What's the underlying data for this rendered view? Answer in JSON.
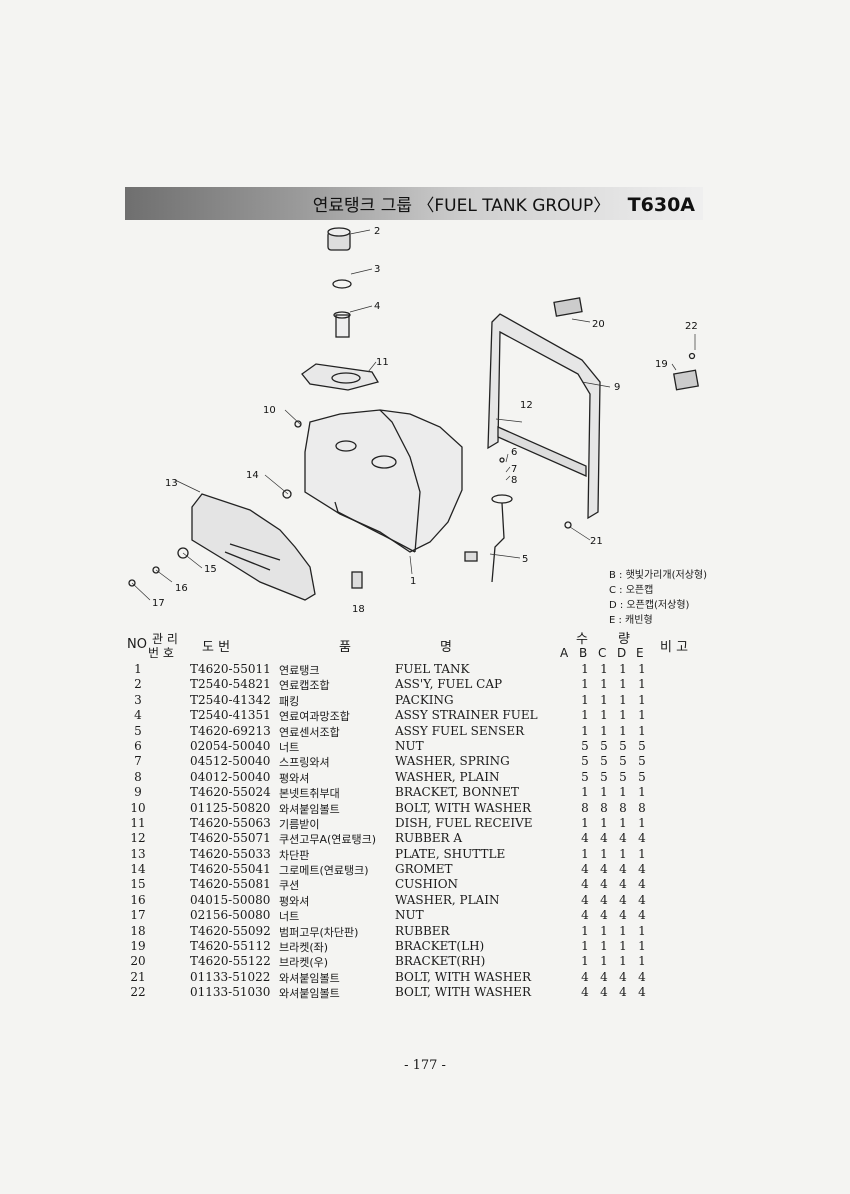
{
  "header": {
    "title_kr": "연료탱크 그룹",
    "title_en": "〈FUEL TANK GROUP〉",
    "model": "T630A"
  },
  "callouts": [
    "1",
    "2",
    "3",
    "4",
    "5",
    "6",
    "7",
    "8",
    "9",
    "10",
    "11",
    "12",
    "13",
    "14",
    "15",
    "16",
    "17",
    "18",
    "19",
    "20",
    "21",
    "22"
  ],
  "legend": [
    "B : 햇빛가리개(저상형)",
    "C : 오픈캡",
    "D : 오픈캡(저상형)",
    "E : 캐빈형"
  ],
  "table": {
    "col_no": "NO",
    "col_mgmt_1": "관 리",
    "col_mgmt_2": "번 호",
    "col_drawing": "도  번",
    "col_name_1": "품",
    "col_name_2": "명",
    "col_qty_1": "수",
    "col_qty_2": "량",
    "col_remark": "비  고",
    "qty_cols": [
      "A",
      "B",
      "C",
      "D",
      "E"
    ],
    "rows": [
      {
        "no": "1",
        "code": "T4620-55011",
        "kr": "연료탱크",
        "en": "FUEL TANK",
        "q": [
          "1",
          "1",
          "1",
          "1"
        ]
      },
      {
        "no": "2",
        "code": "T2540-54821",
        "kr": "연료캡조합",
        "en": "ASS'Y, FUEL CAP",
        "q": [
          "1",
          "1",
          "1",
          "1"
        ]
      },
      {
        "no": "3",
        "code": "T2540-41342",
        "kr": "패킹",
        "en": "PACKING",
        "q": [
          "1",
          "1",
          "1",
          "1"
        ]
      },
      {
        "no": "4",
        "code": "T2540-41351",
        "kr": "연료여과망조합",
        "en": "ASSY STRAINER FUEL",
        "q": [
          "1",
          "1",
          "1",
          "1"
        ]
      },
      {
        "no": "5",
        "code": "T4620-69213",
        "kr": "연료센서조합",
        "en": "ASSY FUEL SENSER",
        "q": [
          "1",
          "1",
          "1",
          "1"
        ]
      },
      {
        "no": "6",
        "code": "02054-50040",
        "kr": "너트",
        "en": "NUT",
        "q": [
          "5",
          "5",
          "5",
          "5"
        ]
      },
      {
        "no": "7",
        "code": "04512-50040",
        "kr": "스프링와셔",
        "en": "WASHER, SPRING",
        "q": [
          "5",
          "5",
          "5",
          "5"
        ]
      },
      {
        "no": "8",
        "code": "04012-50040",
        "kr": "평와셔",
        "en": "WASHER, PLAIN",
        "q": [
          "5",
          "5",
          "5",
          "5"
        ]
      },
      {
        "no": "9",
        "code": "T4620-55024",
        "kr": "본넷트취부대",
        "en": "BRACKET, BONNET",
        "q": [
          "1",
          "1",
          "1",
          "1"
        ]
      },
      {
        "no": "10",
        "code": "01125-50820",
        "kr": "와셔붙임볼트",
        "en": "BOLT, WITH WASHER",
        "q": [
          "8",
          "8",
          "8",
          "8"
        ]
      },
      {
        "no": "11",
        "code": "T4620-55063",
        "kr": "기름받이",
        "en": "DISH, FUEL RECEIVE",
        "q": [
          "1",
          "1",
          "1",
          "1"
        ]
      },
      {
        "no": "12",
        "code": "T4620-55071",
        "kr": "쿠션고무A(연료탱크)",
        "en": "RUBBER A",
        "q": [
          "4",
          "4",
          "4",
          "4"
        ]
      },
      {
        "no": "13",
        "code": "T4620-55033",
        "kr": "차단판",
        "en": "PLATE, SHUTTLE",
        "q": [
          "1",
          "1",
          "1",
          "1"
        ]
      },
      {
        "no": "14",
        "code": "T4620-55041",
        "kr": "그로메트(연료탱크)",
        "en": "GROMET",
        "q": [
          "4",
          "4",
          "4",
          "4"
        ]
      },
      {
        "no": "15",
        "code": "T4620-55081",
        "kr": "쿠션",
        "en": "CUSHION",
        "q": [
          "4",
          "4",
          "4",
          "4"
        ]
      },
      {
        "no": "16",
        "code": "04015-50080",
        "kr": "평와셔",
        "en": "WASHER, PLAIN",
        "q": [
          "4",
          "4",
          "4",
          "4"
        ]
      },
      {
        "no": "17",
        "code": "02156-50080",
        "kr": "너트",
        "en": "NUT",
        "q": [
          "4",
          "4",
          "4",
          "4"
        ]
      },
      {
        "no": "18",
        "code": "T4620-55092",
        "kr": "범퍼고무(차단판)",
        "en": "RUBBER",
        "q": [
          "1",
          "1",
          "1",
          "1"
        ]
      },
      {
        "no": "19",
        "code": "T4620-55112",
        "kr": "브라켓(좌)",
        "en": "BRACKET(LH)",
        "q": [
          "1",
          "1",
          "1",
          "1"
        ]
      },
      {
        "no": "20",
        "code": "T4620-55122",
        "kr": "브라켓(우)",
        "en": "BRACKET(RH)",
        "q": [
          "1",
          "1",
          "1",
          "1"
        ]
      },
      {
        "no": "21",
        "code": "01133-51022",
        "kr": "와셔붙임볼트",
        "en": "BOLT, WITH WASHER",
        "q": [
          "4",
          "4",
          "4",
          "4"
        ]
      },
      {
        "no": "22",
        "code": "01133-51030",
        "kr": "와셔붙임볼트",
        "en": "BOLT, WITH WASHER",
        "q": [
          "4",
          "4",
          "4",
          "4"
        ]
      }
    ]
  },
  "footer": {
    "page": "- 177 -"
  }
}
